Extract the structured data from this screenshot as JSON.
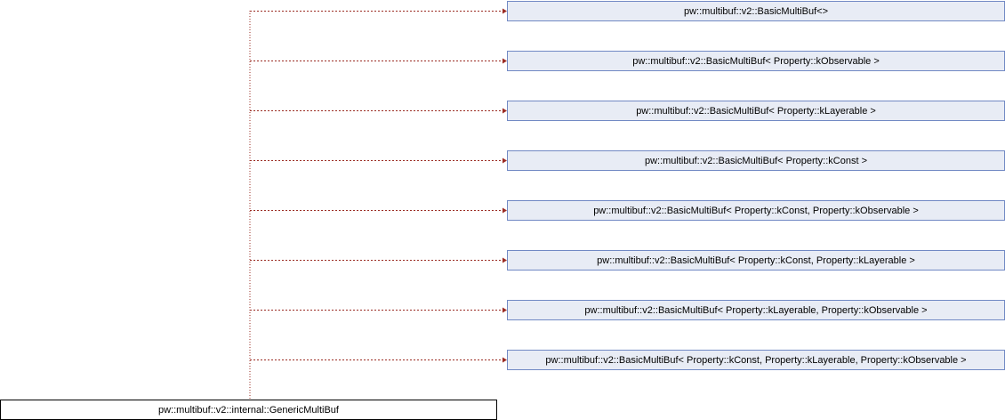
{
  "base_class": "pw::multibuf::v2::internal::GenericMultiBuf",
  "derived_classes": [
    "pw::multibuf::v2::BasicMultiBuf<>",
    "pw::multibuf::v2::BasicMultiBuf< Property::kObservable >",
    "pw::multibuf::v2::BasicMultiBuf< Property::kLayerable >",
    "pw::multibuf::v2::BasicMultiBuf< Property::kConst >",
    "pw::multibuf::v2::BasicMultiBuf< Property::kConst, Property::kObservable >",
    "pw::multibuf::v2::BasicMultiBuf< Property::kConst, Property::kLayerable >",
    "pw::multibuf::v2::BasicMultiBuf< Property::kLayerable, Property::kObservable >",
    "pw::multibuf::v2::BasicMultiBuf< Property::kConst, Property::kLayerable, Property::kObservable >"
  ],
  "colors": {
    "edge": "#9a2b22",
    "node_fill": "#e8ecf5",
    "node_border": "#7189c4"
  }
}
